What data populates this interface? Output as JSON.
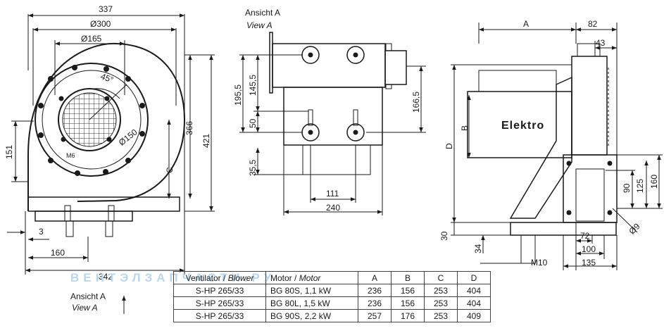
{
  "view1": {
    "dims": {
      "top_width": "337",
      "outer_dia": "Ø300",
      "inner_dia": "Ø165",
      "angle": "45°",
      "bolt_dia": "Ø150",
      "screw": "M6",
      "h_151": "151",
      "h_366": "366",
      "h_421": "421",
      "h_C": "C",
      "w_3": "3",
      "w_160": "160",
      "w_342": "342"
    },
    "view_label": "Ansicht A",
    "view_label_en": "View A"
  },
  "view2": {
    "title": "Ansicht A",
    "title_en": "View A",
    "dims": {
      "h_195_5": "195,5",
      "h_145_5": "145,5",
      "h_50": "50",
      "h_35_5": "35,5",
      "h_166_5": "166,5",
      "w_111": "111",
      "w_240": "240"
    }
  },
  "view3": {
    "motor_text": "Elektro",
    "dims": {
      "w_A": "A",
      "w_82": "82",
      "w_43": "43",
      "h_B": "B",
      "h_D": "D",
      "h_160": "160",
      "h_125": "125",
      "h_90": "90",
      "h_30": "30",
      "h_34": "34",
      "hole": "Ø9",
      "w_72": "72",
      "w_100": "100",
      "w_135": "135",
      "bolt": "M10"
    }
  },
  "watermark": "ВЕНТЭЛЗАПЧАСТИ.РУ",
  "table": {
    "headers": {
      "model_de": "Ventilator",
      "model_en": "Blower",
      "motor_de": "Motor",
      "motor_en": "Motor",
      "a": "A",
      "b": "B",
      "c": "C",
      "d": "D"
    },
    "rows": [
      {
        "model": "S-HP 265/33",
        "motor": "BG 80S, 1,1 kW",
        "a": "236",
        "b": "156",
        "c": "253",
        "d": "404"
      },
      {
        "model": "S-HP 265/33",
        "motor": "BG 80L, 1,5 kW",
        "a": "236",
        "b": "156",
        "c": "253",
        "d": "404"
      },
      {
        "model": "S-HP 265/33",
        "motor": "BG 90S, 2,2 kW",
        "a": "257",
        "b": "176",
        "c": "253",
        "d": "409"
      }
    ]
  }
}
